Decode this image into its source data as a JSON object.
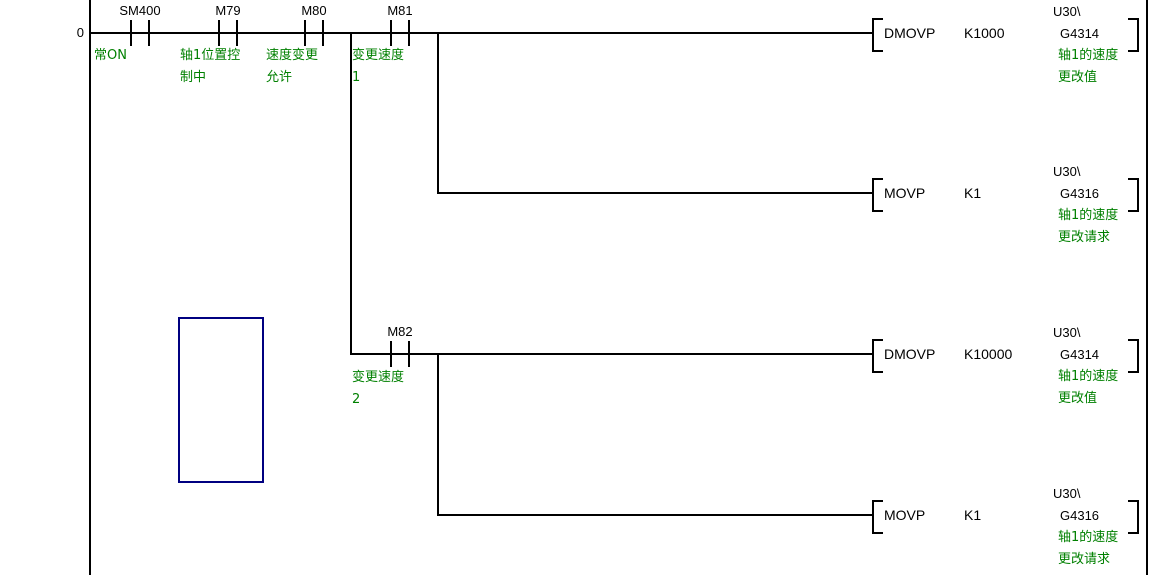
{
  "editor": {
    "step_number": "0",
    "comment_color": "#008000",
    "wire_color": "#000000",
    "selection_color": "#000080"
  },
  "rungs": [
    {
      "contacts": [
        {
          "device": "SM400",
          "comment_lines": [
            "常ON"
          ]
        },
        {
          "device": "M79",
          "comment_lines": [
            "轴1位置控",
            "制中"
          ]
        },
        {
          "device": "M80",
          "comment_lines": [
            "速度变更",
            "允许"
          ]
        },
        {
          "device": "M81",
          "comment_lines": [
            "变更速度",
            "1"
          ]
        },
        {
          "device": "M82",
          "comment_lines": [
            "变更速度",
            "2"
          ]
        }
      ],
      "instructions": [
        {
          "mnemonic": "DMOVP",
          "operand": "K1000",
          "dest_prefix": "U30\\",
          "dest_addr": "G4314",
          "dest_comment_lines": [
            "轴1的速度",
            "更改值"
          ]
        },
        {
          "mnemonic": "MOVP",
          "operand": "K1",
          "dest_prefix": "U30\\",
          "dest_addr": "G4316",
          "dest_comment_lines": [
            "轴1的速度",
            "更改请求"
          ]
        },
        {
          "mnemonic": "DMOVP",
          "operand": "K10000",
          "dest_prefix": "U30\\",
          "dest_addr": "G4314",
          "dest_comment_lines": [
            "轴1的速度",
            "更改值"
          ]
        },
        {
          "mnemonic": "MOVP",
          "operand": "K1",
          "dest_prefix": "U30\\",
          "dest_addr": "G4316",
          "dest_comment_lines": [
            "轴1的速度",
            "更改请求"
          ]
        }
      ]
    }
  ]
}
